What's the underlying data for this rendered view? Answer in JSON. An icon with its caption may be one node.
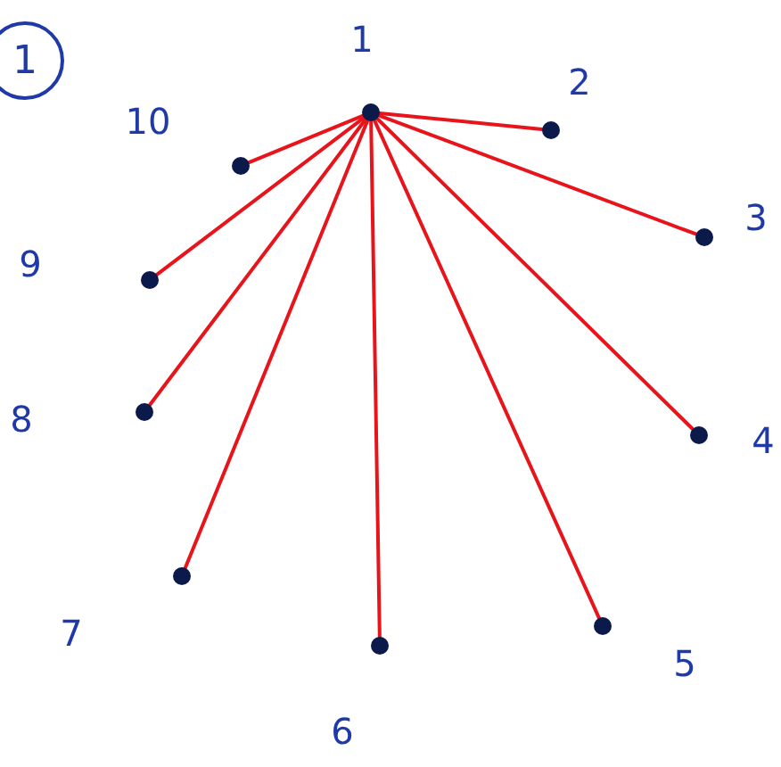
{
  "diagram": {
    "nodes": [
      {
        "text": [],
        "shape": "circle",
        "beside": [
          "1"
        ]
      },
      {
        "text": [],
        "shape": "circle",
        "beside": [
          "2"
        ]
      },
      {
        "text": [],
        "shape": "circle",
        "beside": [
          "3"
        ]
      },
      {
        "text": [],
        "shape": "circle",
        "beside": [
          "4"
        ]
      },
      {
        "text": [],
        "shape": "circle",
        "beside": [
          "5"
        ]
      },
      {
        "text": [],
        "shape": "circle",
        "beside": [
          "6"
        ]
      },
      {
        "text": [],
        "shape": "circle",
        "beside": [
          "7"
        ]
      },
      {
        "text": [],
        "shape": "circle",
        "beside": [
          "8"
        ]
      },
      {
        "text": [],
        "shape": "circle",
        "beside": [
          "9"
        ]
      },
      {
        "text": [],
        "shape": "circle",
        "beside": [
          "10"
        ]
      }
    ],
    "edges": [
      {
        "from": 0,
        "to": 1,
        "arrow": "none"
      },
      {
        "from": 0,
        "to": 2,
        "arrow": "none"
      },
      {
        "from": 0,
        "to": 3,
        "arrow": "none"
      },
      {
        "from": 0,
        "to": 4,
        "arrow": "none"
      },
      {
        "from": 0,
        "to": 5,
        "arrow": "none"
      },
      {
        "from": 0,
        "to": 6,
        "arrow": "none"
      },
      {
        "from": 0,
        "to": 7,
        "arrow": "none"
      },
      {
        "from": 0,
        "to": 8,
        "arrow": "none"
      },
      {
        "from": 0,
        "to": 9,
        "arrow": "none"
      }
    ],
    "labels": [
      "1"
    ]
  }
}
